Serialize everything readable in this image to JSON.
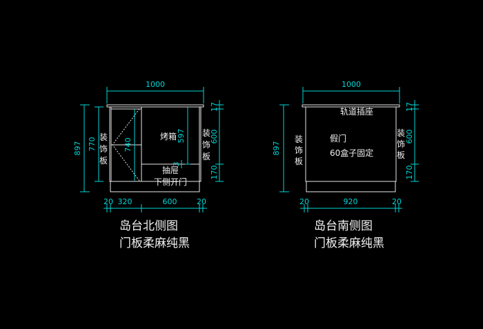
{
  "north_view": {
    "width_dim": "1000",
    "height_total": "897",
    "height_body": "770",
    "door_height": "740",
    "oven_height": "597",
    "gap": "3",
    "right_dims": [
      "17",
      "600",
      "170"
    ],
    "bottom_dims": [
      "20",
      "320",
      "600",
      "20"
    ],
    "panel_label_chars": [
      "装",
      "饰",
      "板"
    ],
    "oven_label": "烤箱",
    "drawer_label": "抽屉",
    "drawer_note": "下侧开门",
    "caption_title": "岛台北侧图",
    "caption_finish": "门板柔麻纯黑"
  },
  "south_view": {
    "width_dim": "1000",
    "height_total": "897",
    "right_dims": [
      "17",
      "600",
      "170"
    ],
    "bottom_dims": [
      "20",
      "920",
      "20"
    ],
    "panel_label_chars": [
      "装",
      "饰",
      "板"
    ],
    "socket_label": "轨道插座",
    "fake_door_label": "假门",
    "box_note": "60盒子固定",
    "caption_title": "岛台南侧图",
    "caption_finish": "门板柔麻纯黑"
  }
}
